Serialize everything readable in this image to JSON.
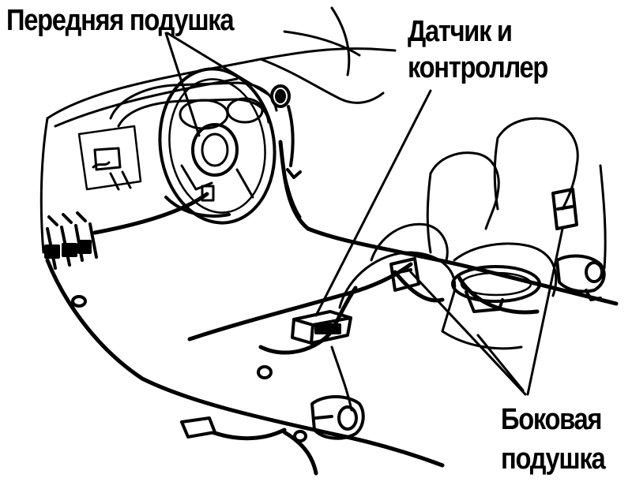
{
  "labels": {
    "front_airbag": "Передняя подушка",
    "sensor_line1": "Датчик и",
    "sensor_line2": "контроллер",
    "side_line1": "Боковая",
    "side_line2": "подушка"
  },
  "colors": {
    "ink": "#000000",
    "paper": "#ffffff"
  }
}
